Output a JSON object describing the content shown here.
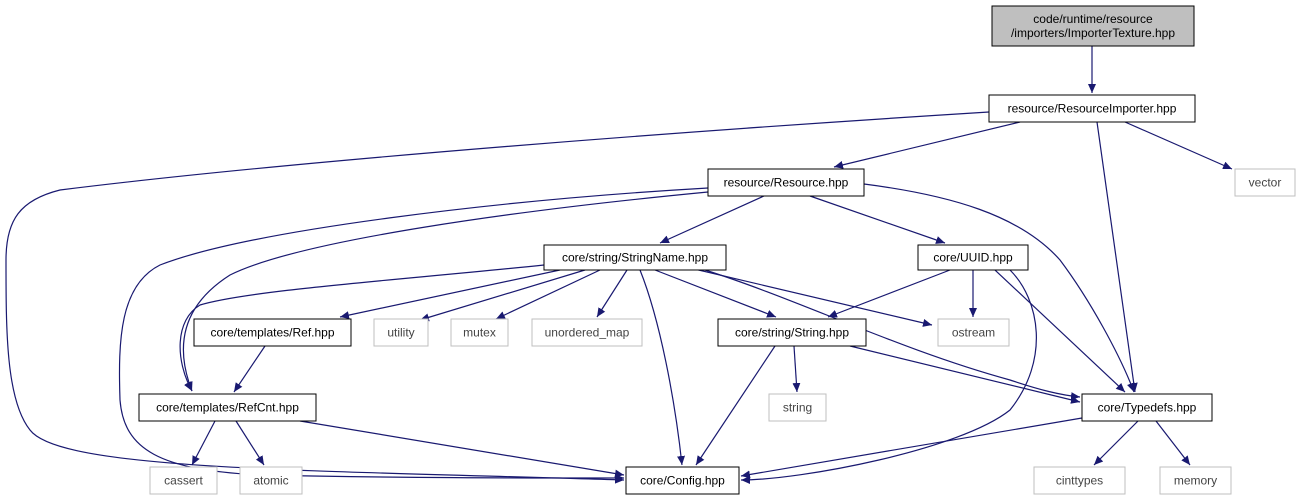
{
  "graph": {
    "colors": {
      "edge": "#191970",
      "root_fill": "#bfbfbf",
      "node_border": "#000000",
      "external_border": "#bfbfbf",
      "background": "#ffffff"
    },
    "nodes": [
      {
        "id": "importer_texture",
        "lines": [
          "code/runtime/resource",
          "/importers/ImporterTexture.hpp"
        ],
        "kind": "root"
      },
      {
        "id": "resource_importer",
        "lines": [
          "resource/ResourceImporter.hpp"
        ],
        "kind": "internal"
      },
      {
        "id": "vector",
        "lines": [
          "vector"
        ],
        "kind": "external"
      },
      {
        "id": "resource",
        "lines": [
          "resource/Resource.hpp"
        ],
        "kind": "internal"
      },
      {
        "id": "string_name",
        "lines": [
          "core/string/StringName.hpp"
        ],
        "kind": "internal"
      },
      {
        "id": "uuid",
        "lines": [
          "core/UUID.hpp"
        ],
        "kind": "internal"
      },
      {
        "id": "ref",
        "lines": [
          "core/templates/Ref.hpp"
        ],
        "kind": "internal"
      },
      {
        "id": "utility",
        "lines": [
          "utility"
        ],
        "kind": "external"
      },
      {
        "id": "mutex",
        "lines": [
          "mutex"
        ],
        "kind": "external"
      },
      {
        "id": "unordered_map",
        "lines": [
          "unordered_map"
        ],
        "kind": "external"
      },
      {
        "id": "string_hpp",
        "lines": [
          "core/string/String.hpp"
        ],
        "kind": "internal"
      },
      {
        "id": "ostream",
        "lines": [
          "ostream"
        ],
        "kind": "external"
      },
      {
        "id": "refcnt",
        "lines": [
          "core/templates/RefCnt.hpp"
        ],
        "kind": "internal"
      },
      {
        "id": "string_std",
        "lines": [
          "string"
        ],
        "kind": "external"
      },
      {
        "id": "typedefs",
        "lines": [
          "core/Typedefs.hpp"
        ],
        "kind": "internal"
      },
      {
        "id": "cassert",
        "lines": [
          "cassert"
        ],
        "kind": "external"
      },
      {
        "id": "atomic",
        "lines": [
          "atomic"
        ],
        "kind": "external"
      },
      {
        "id": "config",
        "lines": [
          "core/Config.hpp"
        ],
        "kind": "internal"
      },
      {
        "id": "cinttypes",
        "lines": [
          "cinttypes"
        ],
        "kind": "external"
      },
      {
        "id": "memory",
        "lines": [
          "memory"
        ],
        "kind": "external"
      }
    ],
    "edges": [
      {
        "from": "importer_texture",
        "to": "resource_importer"
      },
      {
        "from": "resource_importer",
        "to": "config"
      },
      {
        "from": "resource_importer",
        "to": "resource"
      },
      {
        "from": "resource_importer",
        "to": "typedefs"
      },
      {
        "from": "resource_importer",
        "to": "vector"
      },
      {
        "from": "resource",
        "to": "config"
      },
      {
        "from": "resource",
        "to": "refcnt"
      },
      {
        "from": "resource",
        "to": "string_name"
      },
      {
        "from": "resource",
        "to": "uuid"
      },
      {
        "from": "resource",
        "to": "typedefs"
      },
      {
        "from": "string_name",
        "to": "refcnt"
      },
      {
        "from": "string_name",
        "to": "ref"
      },
      {
        "from": "string_name",
        "to": "utility"
      },
      {
        "from": "string_name",
        "to": "mutex"
      },
      {
        "from": "string_name",
        "to": "unordered_map"
      },
      {
        "from": "string_name",
        "to": "string_hpp"
      },
      {
        "from": "string_name",
        "to": "ostream"
      },
      {
        "from": "string_name",
        "to": "typedefs"
      },
      {
        "from": "string_name",
        "to": "config"
      },
      {
        "from": "uuid",
        "to": "string_hpp"
      },
      {
        "from": "uuid",
        "to": "ostream"
      },
      {
        "from": "uuid",
        "to": "typedefs"
      },
      {
        "from": "uuid",
        "to": "config"
      },
      {
        "from": "ref",
        "to": "refcnt"
      },
      {
        "from": "string_hpp",
        "to": "string_std"
      },
      {
        "from": "string_hpp",
        "to": "config"
      },
      {
        "from": "string_hpp",
        "to": "typedefs"
      },
      {
        "from": "refcnt",
        "to": "cassert"
      },
      {
        "from": "refcnt",
        "to": "atomic"
      },
      {
        "from": "refcnt",
        "to": "config"
      },
      {
        "from": "typedefs",
        "to": "config"
      },
      {
        "from": "typedefs",
        "to": "cinttypes"
      },
      {
        "from": "typedefs",
        "to": "memory"
      }
    ]
  }
}
